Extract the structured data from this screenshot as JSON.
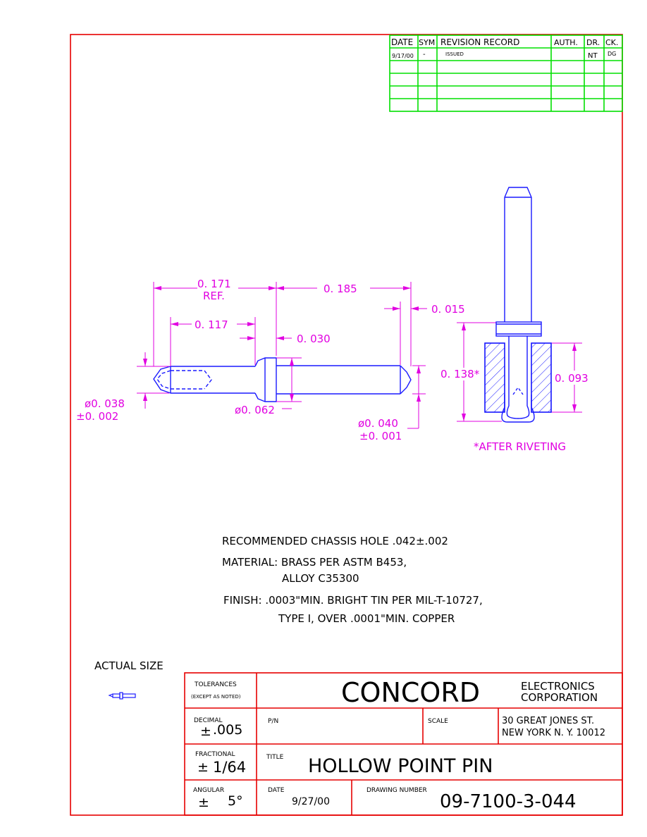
{
  "revision_table": {
    "headers": {
      "date": "DATE",
      "sym": "SYM",
      "record": "REVISION RECORD",
      "auth": "AUTH.",
      "dr": "DR.",
      "ck": "CK."
    },
    "rows": [
      {
        "date": "9/17/00",
        "sym": "-",
        "record": "ISSUED",
        "auth": "",
        "dr": "NT",
        "ck": "DG"
      }
    ]
  },
  "dimensions": {
    "d_0171": "0. 171",
    "d_ref": "REF.",
    "d_0185": "0. 185",
    "d_0015": "0. 015",
    "d_0117": "0. 117",
    "d_0030": "0. 030",
    "d_0038": "ø0. 038",
    "d_0038_tol": "±0. 002",
    "d_0062": "ø0. 062",
    "d_0040": "ø0. 040",
    "d_0040_tol": "±0. 001",
    "d_0138": "0. 138*",
    "d_0093": "0. 093",
    "after_riveting": "*AFTER RIVETING"
  },
  "notes": {
    "hole": "RECOMMENDED CHASSIS HOLE .042±.002",
    "material_1": "MATERIAL: BRASS PER ASTM B453,",
    "material_2": "ALLOY C35300",
    "finish_1": "FINISH: .0003\"MIN. BRIGHT TIN PER MIL-T-10727,",
    "finish_2": "TYPE I, OVER .0001\"MIN. COPPER"
  },
  "actual_size_label": "ACTUAL SIZE",
  "title_block": {
    "tolerances": "TOLERANCES",
    "except_noted": "(EXCEPT AS NOTED)",
    "company": "CONCORD",
    "company_sub_1": "ELECTRONICS",
    "company_sub_2": "CORPORATION",
    "decimal_label": "DECIMAL",
    "decimal_pm": "±",
    "decimal_value": ".005",
    "pn_label": "P/N",
    "scale_label": "SCALE",
    "address_1": "30 GREAT JONES ST.",
    "address_2": "NEW YORK N. Y.  10012",
    "fractional_label": "FRACTIONAL",
    "fractional_pm": "±",
    "fractional_value": "1/64",
    "title_label": "TITLE",
    "title_value": "HOLLOW POINT PIN",
    "angular_label": "ANGULAR",
    "angular_pm": "±",
    "angular_value": "5°",
    "date_label": "DATE",
    "date_value": "9/27/00",
    "drawing_number_label": "DRAWING NUMBER",
    "drawing_number": "09-7100-3-044"
  },
  "colors": {
    "border": "#e60000",
    "revision_grid": "#00e000",
    "part": "#1a1aff",
    "dimension": "#e100e1",
    "text": "#000000"
  }
}
